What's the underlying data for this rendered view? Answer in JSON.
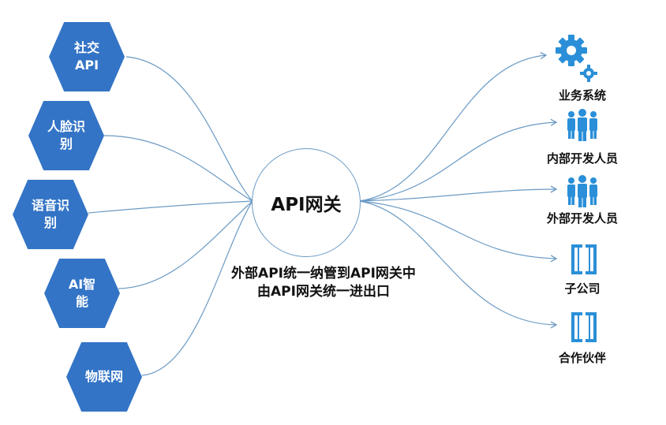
{
  "colors": {
    "hex_fill": "#3374c6",
    "icon_blue": "#2a8fd8",
    "line_blue": "#6a9ac4"
  },
  "sources": [
    {
      "line1": "社交",
      "line2": "API"
    },
    {
      "line1": "人脸识",
      "line2": "别"
    },
    {
      "line1": "语音识",
      "line2": "别"
    },
    {
      "line1": "AI智",
      "line2": "能"
    },
    {
      "line1": "物联网",
      "line2": ""
    }
  ],
  "gateway": {
    "label": "API网关"
  },
  "caption": {
    "line1": "外部API统一纳管到API网关中",
    "line2": "由API网关统一进出口"
  },
  "targets": [
    {
      "label": "业务系统",
      "icon": "gears-icon"
    },
    {
      "label": "内部开发人员",
      "icon": "people-group-icon"
    },
    {
      "label": "外部开发人员",
      "icon": "people-group-icon"
    },
    {
      "label": "子公司",
      "icon": "building-icon"
    },
    {
      "label": "合作伙伴",
      "icon": "building-icon"
    }
  ]
}
